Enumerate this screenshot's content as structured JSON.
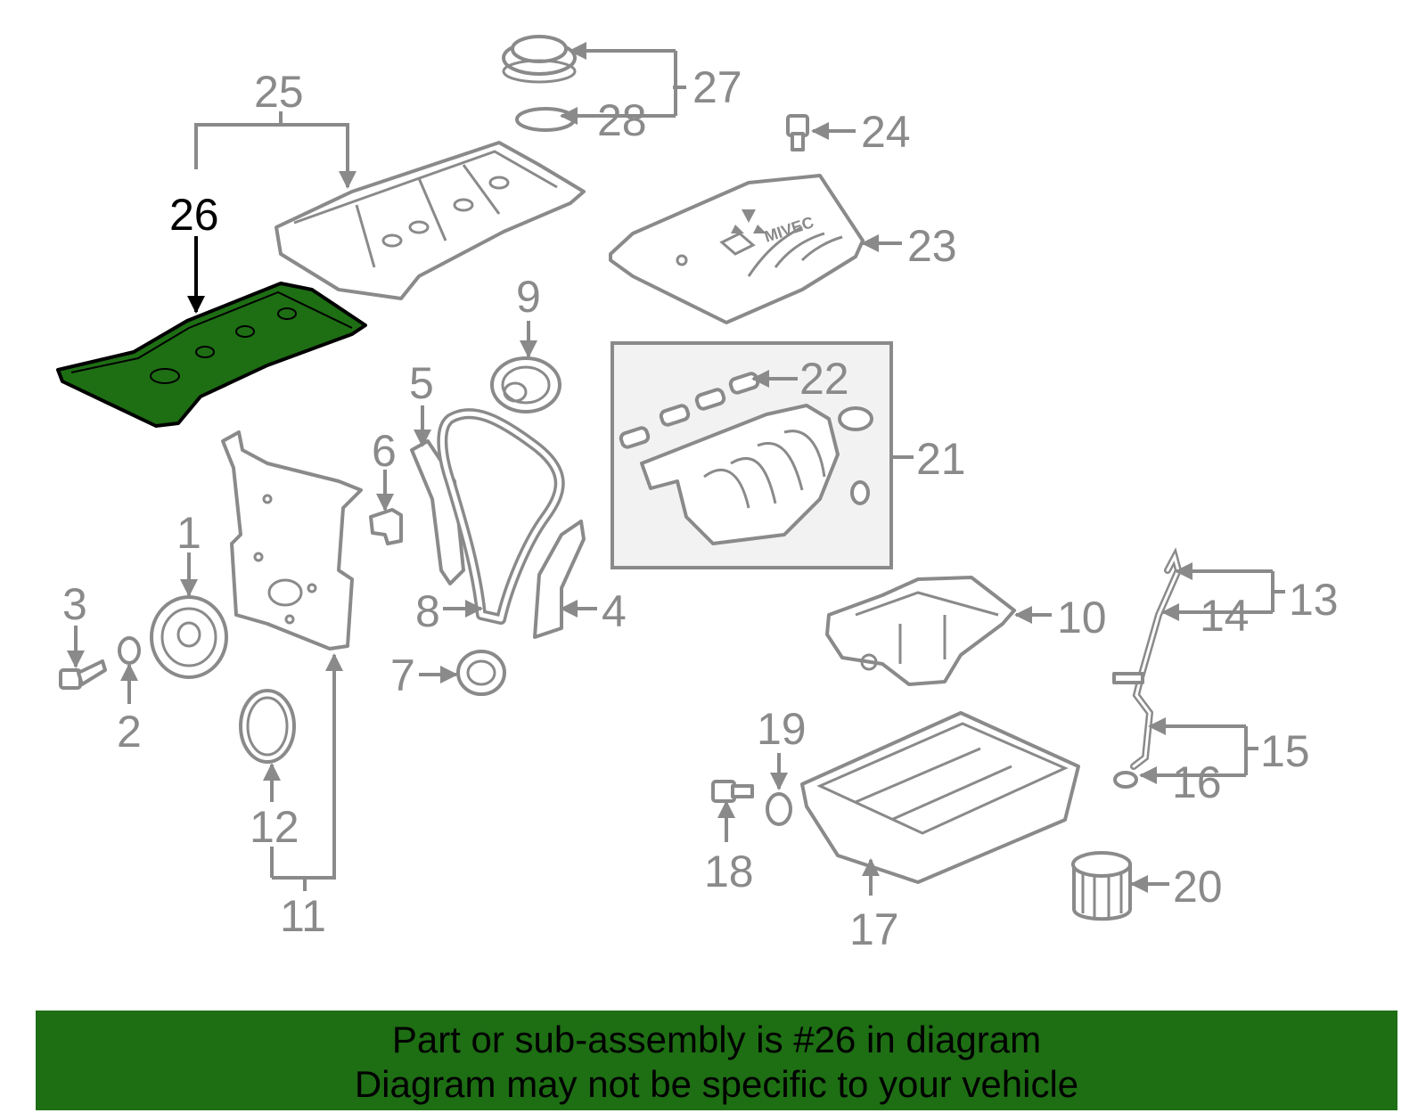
{
  "highlight_color": "#1e6e14",
  "callouts": {
    "c1": "1",
    "c2": "2",
    "c3": "3",
    "c4": "4",
    "c5": "5",
    "c6": "6",
    "c7": "7",
    "c8": "8",
    "c9": "9",
    "c10": "10",
    "c11": "11",
    "c12": "12",
    "c13": "13",
    "c14": "14",
    "c15": "15",
    "c16": "16",
    "c17": "17",
    "c18": "18",
    "c19": "19",
    "c20": "20",
    "c21": "21",
    "c22": "22",
    "c23": "23",
    "c24": "24",
    "c25": "25",
    "c26": "26",
    "c27": "27",
    "c28": "28"
  },
  "logo_text": "MIVEC",
  "banner": {
    "line1": "Part or sub-assembly is #26 in diagram",
    "line2": "Diagram may not be specific to your vehicle"
  }
}
